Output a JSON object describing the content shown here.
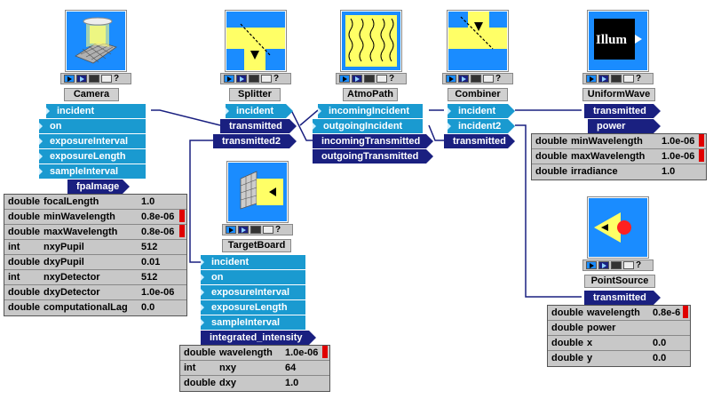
{
  "components": {
    "camera": {
      "name": "Camera",
      "in_ports": [
        "incident",
        "on",
        "exposureInterval",
        "exposureLength",
        "sampleInterval"
      ],
      "out_ports": [
        "fpaImage"
      ],
      "params": [
        {
          "type": "double",
          "name": "focalLength",
          "value": "1.0",
          "flag": false
        },
        {
          "type": "double",
          "name": "minWavelength",
          "value": "0.8e-06",
          "flag": true
        },
        {
          "type": "double",
          "name": "maxWavelength",
          "value": "0.8e-06",
          "flag": true
        },
        {
          "type": "int",
          "name": "nxyPupil",
          "value": "512",
          "flag": false
        },
        {
          "type": "double",
          "name": "dxyPupil",
          "value": "0.01",
          "flag": false
        },
        {
          "type": "int",
          "name": "nxyDetector",
          "value": "512",
          "flag": false
        },
        {
          "type": "double",
          "name": "dxyDetector",
          "value": "1.0e-06",
          "flag": false
        },
        {
          "type": "double",
          "name": "computationalLag",
          "value": "0.0",
          "flag": false
        }
      ]
    },
    "splitter": {
      "name": "Splitter",
      "in_ports": [
        "incident"
      ],
      "out_ports": [
        "transmitted",
        "transmitted2"
      ]
    },
    "atmopath": {
      "name": "AtmoPath",
      "in_ports": [
        "incomingIncident",
        "outgoingIncident"
      ],
      "out_ports": [
        "incomingTransmitted",
        "outgoingTransmitted"
      ]
    },
    "combiner": {
      "name": "Combiner",
      "in_ports": [
        "incident",
        "incident2"
      ],
      "out_ports": [
        "transmitted"
      ]
    },
    "uniformwave": {
      "name": "UniformWave",
      "icon_text": "Illum",
      "out_ports": [
        "transmitted",
        "power"
      ],
      "params": [
        {
          "type": "double",
          "name": "minWavelength",
          "value": "1.0e-06",
          "flag": true
        },
        {
          "type": "double",
          "name": "maxWavelength",
          "value": "1.0e-06",
          "flag": true
        },
        {
          "type": "double",
          "name": "irradiance",
          "value": "1.0",
          "flag": false
        }
      ]
    },
    "targetboard": {
      "name": "TargetBoard",
      "in_ports": [
        "incident",
        "on",
        "exposureInterval",
        "exposureLength",
        "sampleInterval"
      ],
      "out_ports": [
        "integrated_intensity"
      ],
      "params": [
        {
          "type": "double",
          "name": "wavelength",
          "value": "1.0e-06",
          "flag": true
        },
        {
          "type": "int",
          "name": "nxy",
          "value": "64",
          "flag": false
        },
        {
          "type": "double",
          "name": "dxy",
          "value": "1.0",
          "flag": false
        }
      ]
    },
    "pointsource": {
      "name": "PointSource",
      "out_ports": [
        "transmitted"
      ],
      "params": [
        {
          "type": "double",
          "name": "wavelength",
          "value": "0.8e-6",
          "flag": true
        },
        {
          "type": "double",
          "name": "power",
          "value": "",
          "flag": false
        },
        {
          "type": "double",
          "name": "x",
          "value": "0.0",
          "flag": false
        },
        {
          "type": "double",
          "name": "y",
          "value": "0.0",
          "flag": false
        }
      ]
    }
  },
  "toolbar_help": "?",
  "colors": {
    "input_port": "#1a9ad0",
    "output_port": "#1a2080",
    "icon_bg": "#1a8cff",
    "flag": "#e00000"
  }
}
